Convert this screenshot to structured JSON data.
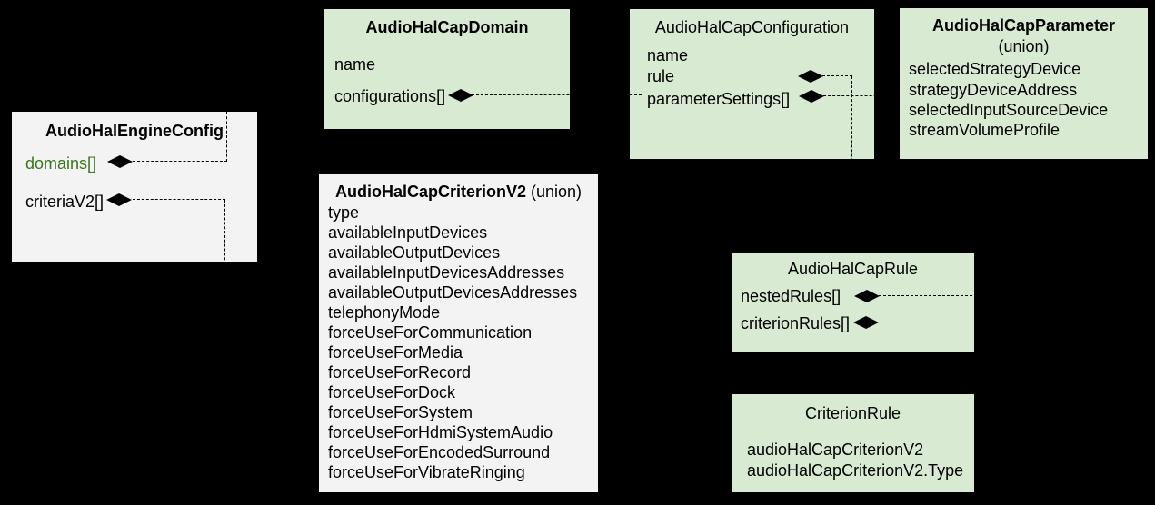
{
  "colors": {
    "background": "#000000",
    "box_green": "#d9ead3",
    "box_gray": "#f3f3f3",
    "accent_green_text": "#38761d",
    "line_and_diamond": "#000000"
  },
  "boxes": {
    "engine": {
      "title": "AudioHalEngineConfig",
      "items": [
        "domains[]",
        "criteriaV2[]"
      ]
    },
    "domain": {
      "title": "AudioHalCapDomain",
      "items": [
        "name",
        "configurations[]"
      ]
    },
    "configuration": {
      "title": "AudioHalCapConfiguration",
      "items": [
        "name",
        "rule",
        "parameterSettings[]"
      ]
    },
    "parameter": {
      "title": "AudioHalCapParameter",
      "subtitle": "(union)",
      "items": [
        "selectedStrategyDevice",
        "strategyDeviceAddress",
        "selectedInputSourceDevice",
        "streamVolumeProfile"
      ]
    },
    "criterionv2": {
      "title": "AudioHalCapCriterionV2",
      "subtitle": "(union)",
      "items": [
        "type",
        "availableInputDevices",
        "availableOutputDevices",
        "availableInputDevicesAddresses",
        "availableOutputDevicesAddresses",
        "telephonyMode",
        "forceUseForCommunication",
        "forceUseForMedia",
        "forceUseForRecord",
        "forceUseForDock",
        "forceUseForSystem",
        "forceUseForHdmiSystemAudio",
        "forceUseForEncodedSurround",
        "forceUseForVibrateRinging"
      ]
    },
    "rule": {
      "title": "AudioHalCapRule",
      "items": [
        "nestedRules[]",
        "criterionRules[]"
      ]
    },
    "criterion_rule": {
      "title": "CriterionRule",
      "items": [
        "audioHalCapCriterionV2",
        "audioHalCapCriterionV2.Type"
      ]
    }
  },
  "icons": {
    "composition_diamond": "black filled UML composition diamond"
  }
}
